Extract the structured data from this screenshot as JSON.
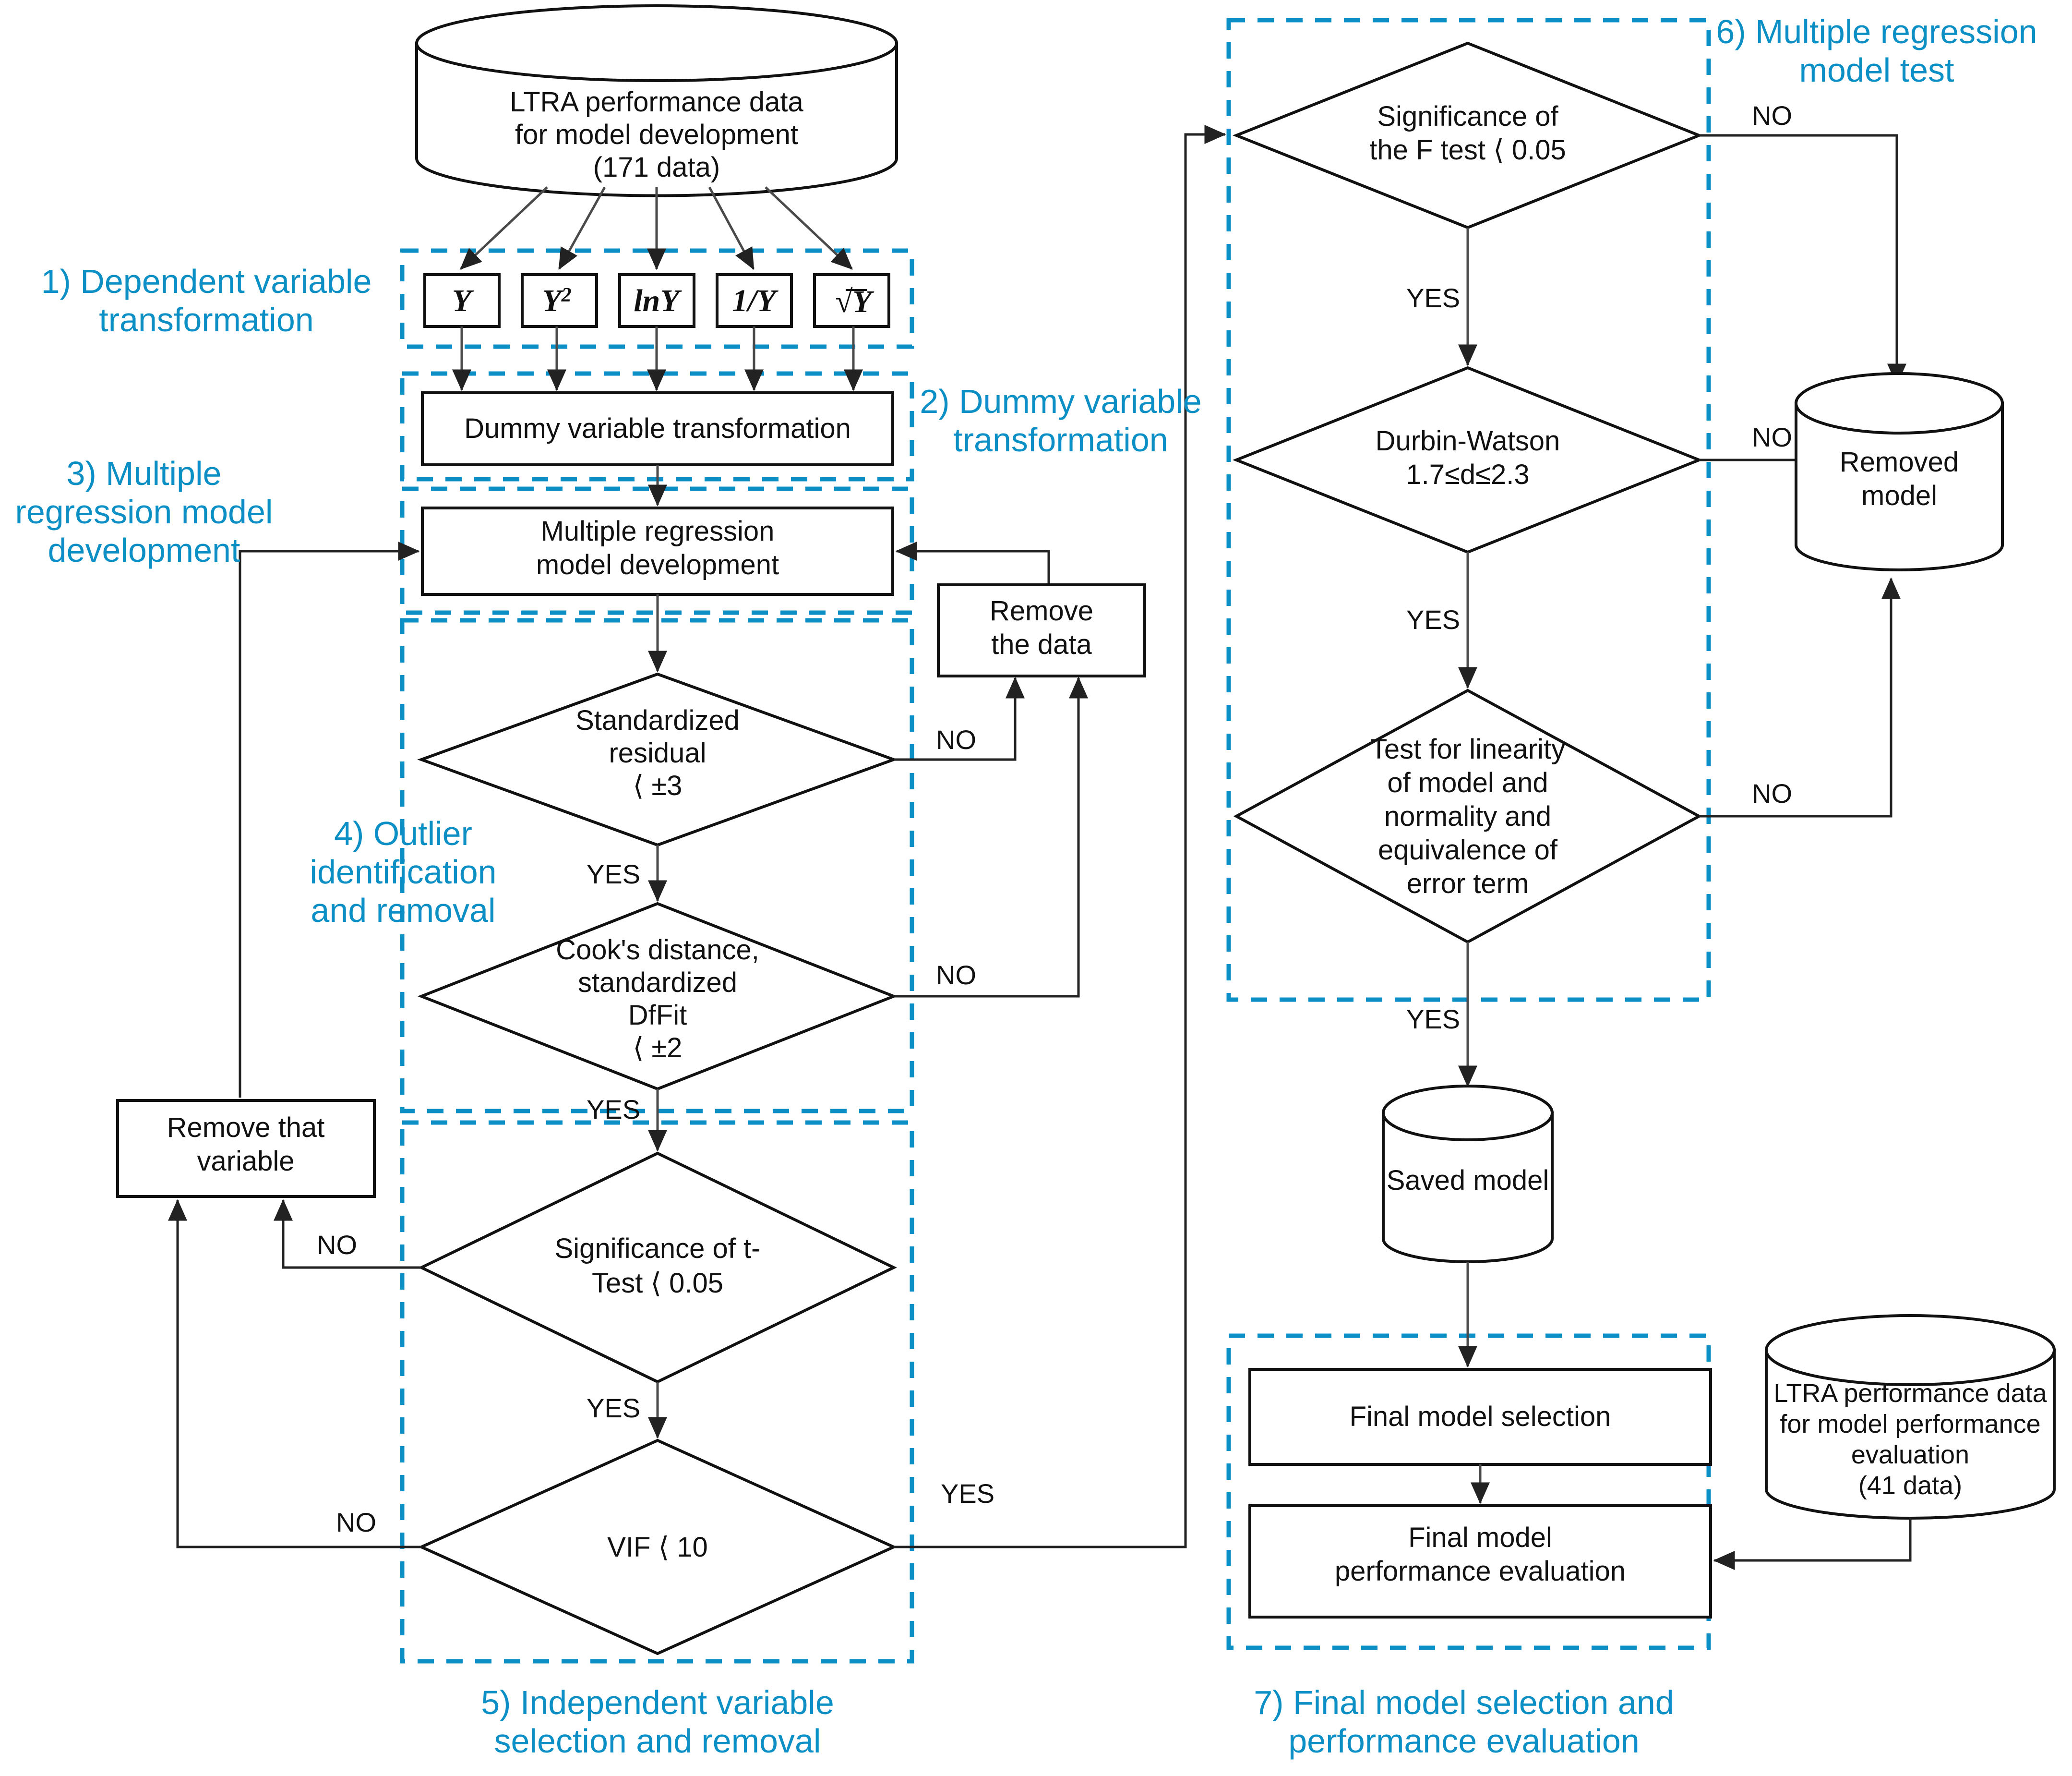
{
  "diagram": {
    "title": "Multiple regression model development flowchart",
    "accent_color": "#0b8fc4",
    "line_color": "#4a4a4a",
    "groups": [
      {
        "id": "g1",
        "label": "1) Dependent variable\ntransformation",
        "line1": "1) Dependent variable",
        "line2": "transformation"
      },
      {
        "id": "g2",
        "label": "2) Dummy variable\ntransformation",
        "line1": "2) Dummy variable",
        "line2": "transformation"
      },
      {
        "id": "g3",
        "label": "3) Multiple\nregression model\ndevelopment",
        "line1": "3) Multiple",
        "line2": "regression model",
        "line3": "development"
      },
      {
        "id": "g4",
        "label": "4) Outlier\nidentification\nand removal",
        "line1": "4) Outlier",
        "line2": "identification",
        "line3": "and removal"
      },
      {
        "id": "g5",
        "label": "5) Independent variable\nselection and removal",
        "line1": "5) Independent variable",
        "line2": "selection and removal"
      },
      {
        "id": "g6",
        "label": "6) Multiple regression\nmodel test",
        "line1": "6) Multiple regression",
        "line2": "model test"
      },
      {
        "id": "g7",
        "label": "7) Final model selection and\nperformance evaluation",
        "line1": "7) Final model selection and",
        "line2": "performance evaluation"
      }
    ],
    "nodes": {
      "source_db": {
        "shape": "cylinder",
        "line1": "LTRA performance data",
        "line2": "for model development",
        "line3": "(171 data)"
      },
      "transforms": [
        {
          "id": "tf_y",
          "label": "Y",
          "render": "Y"
        },
        {
          "id": "tf_y2",
          "label": "Y²",
          "render": "Y2"
        },
        {
          "id": "tf_lny",
          "label": "lnY",
          "render": "lnY"
        },
        {
          "id": "tf_1y",
          "label": "1/Y",
          "render": "1/Y"
        },
        {
          "id": "tf_sqrty",
          "label": "√Y",
          "render": "sqrtY"
        }
      ],
      "dummy_transform": {
        "shape": "process",
        "line1": "Dummy variable transformation"
      },
      "mr_model_dev": {
        "shape": "process",
        "line1": "Multiple regression",
        "line2": "model development"
      },
      "std_residual": {
        "shape": "decision",
        "line1": "Standardized",
        "line2": "residual",
        "line3": "⟨ ±3"
      },
      "cooks_distance": {
        "shape": "decision",
        "line1": "Cook's distance,",
        "line2": "standardized",
        "line3": "DfFit",
        "line4": "⟨ ±2"
      },
      "remove_data": {
        "shape": "process",
        "line1": "Remove",
        "line2": "the data"
      },
      "remove_variable": {
        "shape": "process",
        "line1": "Remove that",
        "line2": "variable"
      },
      "t_test": {
        "shape": "decision",
        "line1": "Significance of t-",
        "line2": "Test ⟨ 0.05"
      },
      "vif": {
        "shape": "decision",
        "line1": "VIF ⟨ 10"
      },
      "f_test": {
        "shape": "decision",
        "line1": "Significance of",
        "line2": "the F test ⟨ 0.05"
      },
      "durbin_watson": {
        "shape": "decision",
        "line1": "Durbin-Watson",
        "line2": "1.7≤d≤2.3"
      },
      "linearity_test": {
        "shape": "decision",
        "line1": "Test for linearity",
        "line2": "of model and",
        "line3": "normality and",
        "line4": "equivalence of",
        "line5": "error term"
      },
      "removed_model": {
        "shape": "cylinder",
        "line1": "Removed",
        "line2": "model"
      },
      "saved_model": {
        "shape": "cylinder",
        "line1": "Saved model"
      },
      "final_selection": {
        "shape": "process",
        "line1": "Final model selection"
      },
      "final_eval": {
        "shape": "process",
        "line1": "Final model",
        "line2": "performance evaluation"
      },
      "eval_db": {
        "shape": "cylinder",
        "line1": "LTRA performance data",
        "line2": "for model performance",
        "line3": "evaluation",
        "line4": "(41 data)"
      }
    },
    "edge_labels": {
      "no_std_residual": "NO",
      "no_cooks": "NO",
      "no_t_test": "NO",
      "no_vif": "NO",
      "yes_std_residual": "YES",
      "yes_cooks": "YES",
      "yes_t_test": "YES",
      "yes_vif": "YES",
      "no_f_test": "NO",
      "no_durbin": "NO",
      "no_linearity": "NO",
      "yes_f_test": "YES",
      "yes_durbin": "YES",
      "yes_linearity": "YES"
    }
  }
}
